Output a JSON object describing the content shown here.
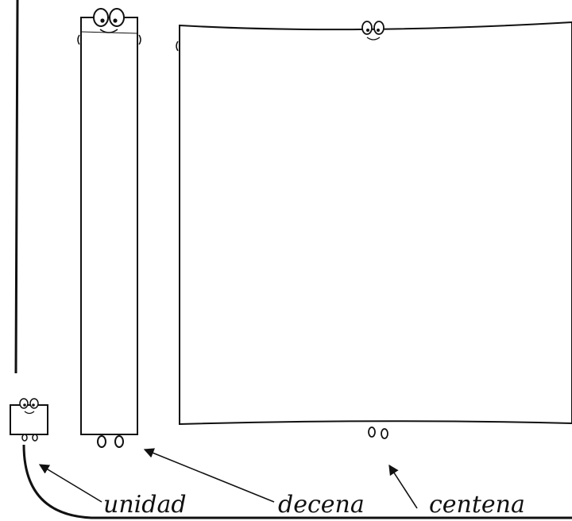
{
  "labels": {
    "unidad": "unidad",
    "decena": "decena",
    "centena": "centena"
  },
  "colors": {
    "ink": "#111111",
    "paper": "#ffffff"
  },
  "blocks": [
    "unidad",
    "decena",
    "centena"
  ]
}
